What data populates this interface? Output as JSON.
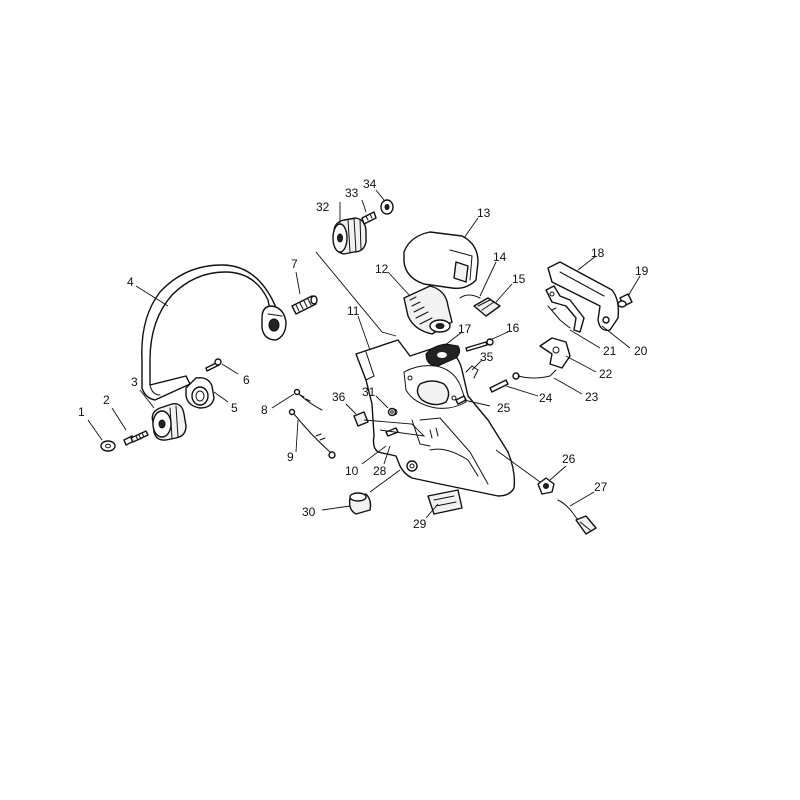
{
  "parts": [
    {
      "id": "1",
      "label": "1"
    },
    {
      "id": "2",
      "label": "2"
    },
    {
      "id": "3",
      "label": "3"
    },
    {
      "id": "4",
      "label": "4"
    },
    {
      "id": "5",
      "label": "5"
    },
    {
      "id": "6",
      "label": "6"
    },
    {
      "id": "7",
      "label": "7"
    },
    {
      "id": "8",
      "label": "8"
    },
    {
      "id": "9",
      "label": "9"
    },
    {
      "id": "10",
      "label": "10"
    },
    {
      "id": "11",
      "label": "11"
    },
    {
      "id": "12",
      "label": "12"
    },
    {
      "id": "13",
      "label": "13"
    },
    {
      "id": "14",
      "label": "14"
    },
    {
      "id": "15",
      "label": "15"
    },
    {
      "id": "16",
      "label": "16"
    },
    {
      "id": "17",
      "label": "17"
    },
    {
      "id": "18",
      "label": "18"
    },
    {
      "id": "19",
      "label": "19"
    },
    {
      "id": "20",
      "label": "20"
    },
    {
      "id": "21",
      "label": "21"
    },
    {
      "id": "22",
      "label": "22"
    },
    {
      "id": "23",
      "label": "23"
    },
    {
      "id": "24",
      "label": "24"
    },
    {
      "id": "25",
      "label": "25"
    },
    {
      "id": "26",
      "label": "26"
    },
    {
      "id": "27",
      "label": "27"
    },
    {
      "id": "28",
      "label": "28"
    },
    {
      "id": "29",
      "label": "29"
    },
    {
      "id": "30",
      "label": "30"
    },
    {
      "id": "31",
      "label": "31"
    },
    {
      "id": "32",
      "label": "32"
    },
    {
      "id": "33",
      "label": "33"
    },
    {
      "id": "34",
      "label": "34"
    },
    {
      "id": "35",
      "label": "35"
    },
    {
      "id": "36",
      "label": "36"
    }
  ]
}
